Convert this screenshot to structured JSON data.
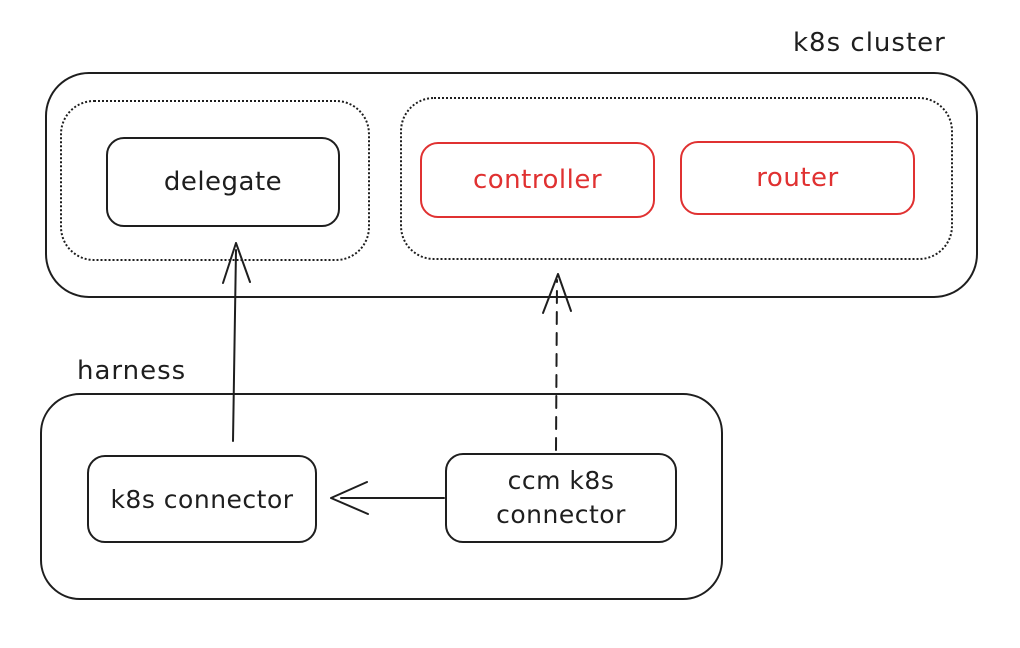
{
  "diagram": {
    "colors": {
      "stroke": "#1e1e1e",
      "accent_red": "#e03131",
      "background": "#ffffff"
    },
    "cluster": {
      "label": "k8s cluster",
      "delegate_group": {
        "nodes": [
          {
            "label": "delegate",
            "color": "#1e1e1e"
          }
        ]
      },
      "pods_group": {
        "nodes": [
          {
            "label": "controller",
            "color": "#e03131"
          },
          {
            "label": "router",
            "color": "#e03131"
          }
        ]
      }
    },
    "harness": {
      "label": "harness",
      "nodes": [
        {
          "label": "k8s connector",
          "color": "#1e1e1e"
        },
        {
          "label_line1": "ccm k8s",
          "label_line2": "connector",
          "color": "#1e1e1e"
        }
      ]
    },
    "connections": [
      {
        "from": "k8s connector",
        "to": "delegate",
        "style": "solid",
        "direction": "up"
      },
      {
        "from": "ccm k8s connector",
        "to": "pods group",
        "style": "dashed",
        "direction": "up"
      },
      {
        "from": "ccm k8s connector",
        "to": "k8s connector",
        "style": "solid",
        "direction": "left"
      }
    ]
  }
}
